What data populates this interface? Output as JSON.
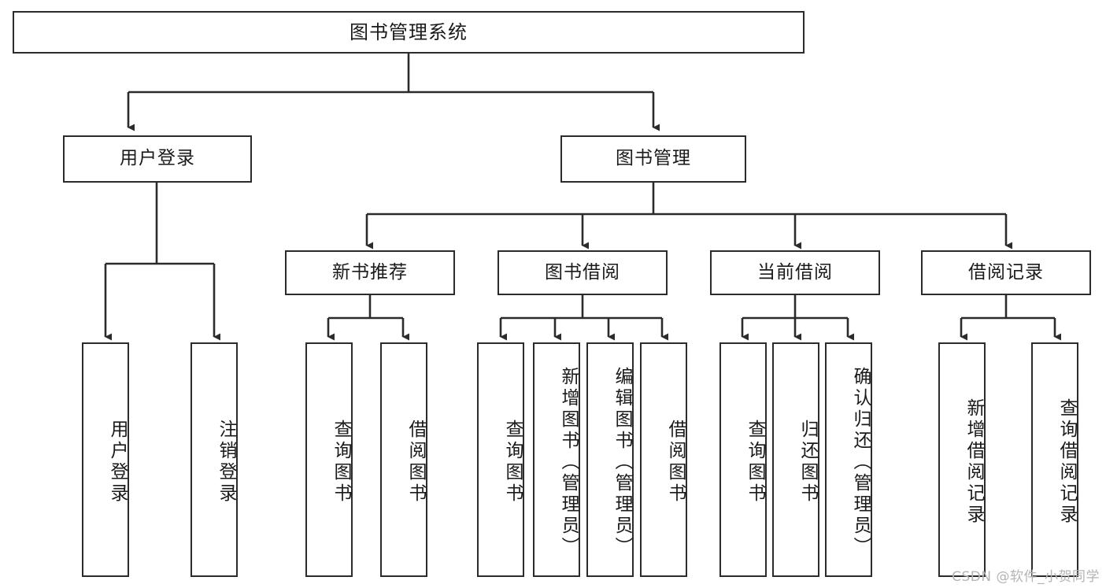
{
  "diagram": {
    "title": "图书管理系统",
    "type": "tree-hierarchy",
    "root": {
      "label": "图书管理系统"
    },
    "level2": [
      {
        "label": "用户登录"
      },
      {
        "label": "图书管理"
      }
    ],
    "level3": [
      {
        "label": "新书推荐"
      },
      {
        "label": "图书借阅"
      },
      {
        "label": "当前借阅"
      },
      {
        "label": "借阅记录"
      }
    ],
    "leaves": {
      "user_login": [
        {
          "label": "用户登录"
        },
        {
          "label": "注销登录"
        }
      ],
      "new_book_recommend": [
        {
          "label": "查询图书"
        },
        {
          "label": "借阅图书"
        }
      ],
      "book_borrow": [
        {
          "label": "查询图书"
        },
        {
          "label": "新增图书（管理员）"
        },
        {
          "label": "编辑图书（管理员）"
        },
        {
          "label": "借阅图书"
        }
      ],
      "current_borrow": [
        {
          "label": "查询图书"
        },
        {
          "label": "归还图书"
        },
        {
          "label": "确认归还（管理员）"
        }
      ],
      "borrow_record": [
        {
          "label": "新增借阅记录"
        },
        {
          "label": "查询借阅记录"
        }
      ]
    }
  },
  "watermark": {
    "text": "CSDN @软件_小贺同学"
  },
  "colors": {
    "stroke": "#2b2b2b",
    "text": "#1a1a1a",
    "background": "#ffffff",
    "watermark": "#b4b4b4"
  }
}
